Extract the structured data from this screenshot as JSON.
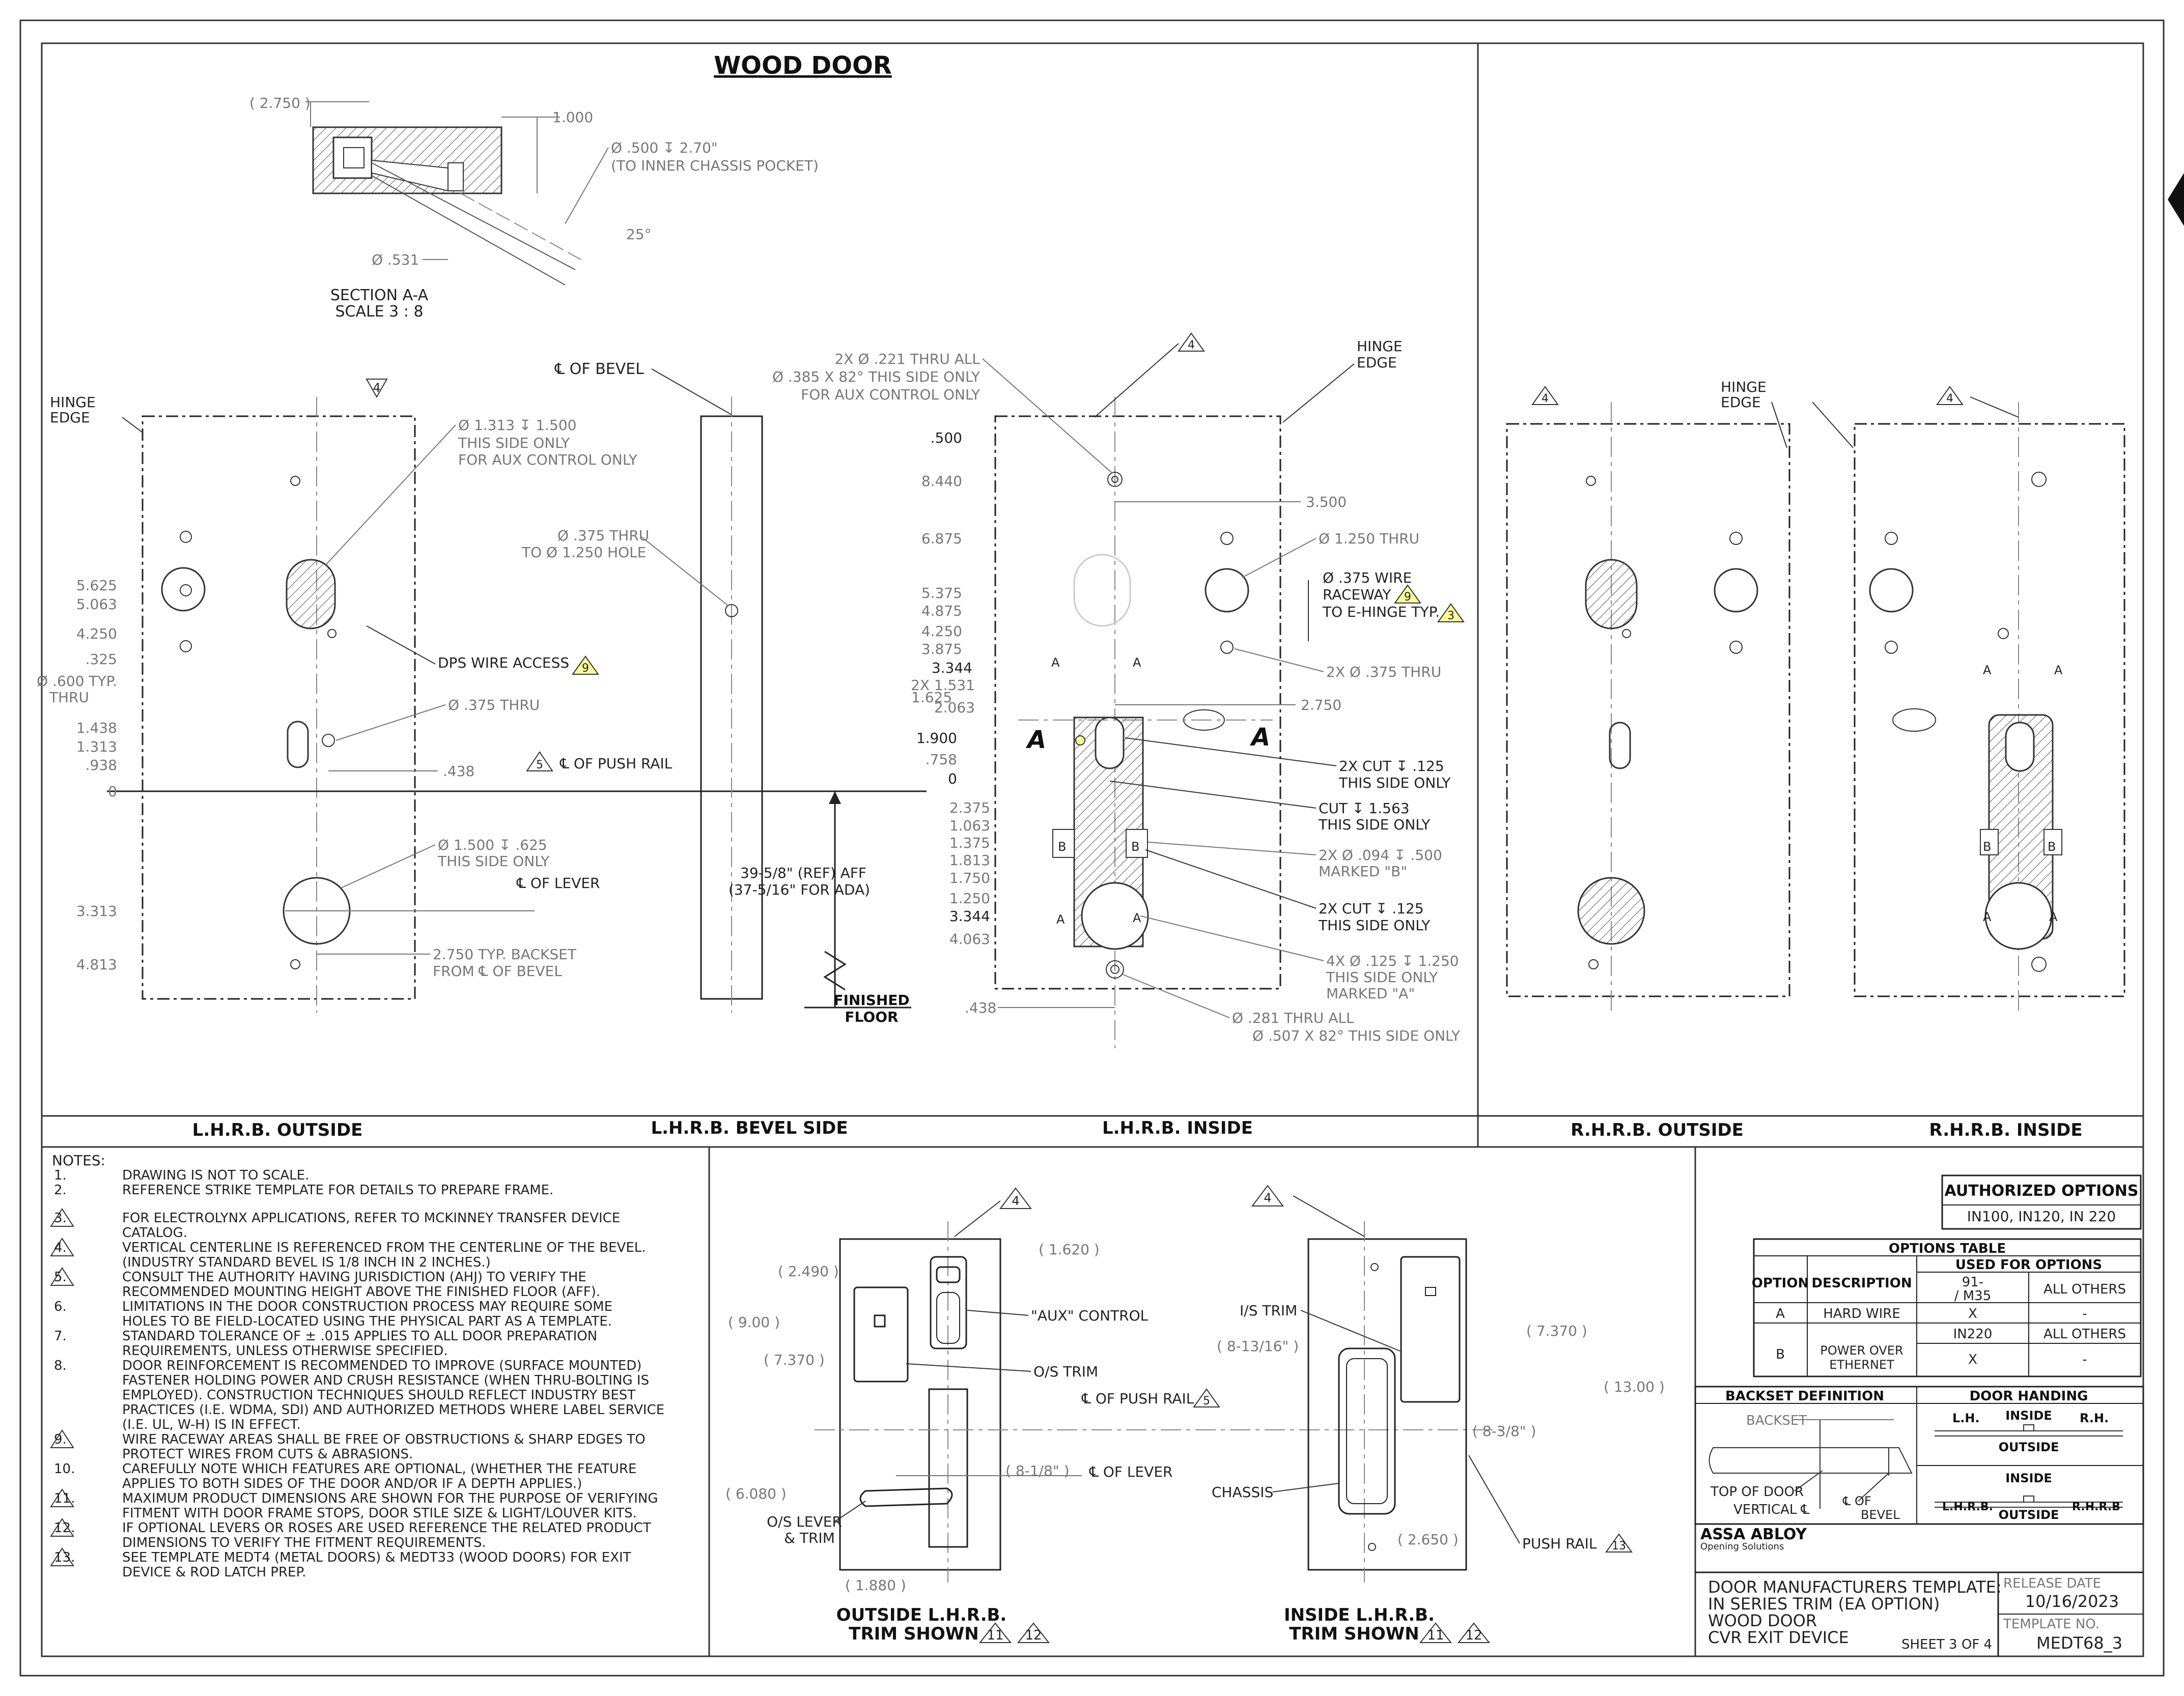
{
  "title": "WOOD DOOR",
  "views": {
    "lhrb_outside": "L.H.R.B. OUTSIDE",
    "lhrb_bevel": "L.H.R.B. BEVEL SIDE",
    "lhrb_inside": "L.H.R.B. INSIDE",
    "rhrb_outside": "R.H.R.B. OUTSIDE",
    "rhrb_inside": "R.H.R.B. INSIDE"
  },
  "section": {
    "title": "SECTION A-A",
    "scale": "SCALE 3 : 8",
    "dim_2750": "( 2.750 )",
    "dim_1000": "1.000",
    "dim_hole": "Ø .500 ↧ 2.70\"",
    "dim_hole_note": "(TO INNER CHASSIS POCKET)",
    "dim_531": "Ø .531",
    "angle": "25°"
  },
  "outside_view": {
    "hinge_edge_1": "HINGE",
    "hinge_edge_2": "EDGE",
    "rev": "4",
    "call_1313": "Ø 1.313 ↧ 1.500",
    "call_1313_b": "THIS SIDE ONLY",
    "call_1313_c": "FOR AUX CONTROL ONLY",
    "dps": "DPS WIRE ACCESS",
    "dps_rev": "9",
    "call_375": "Ø .375 THRU",
    "dim_438": ".438",
    "push_rail": "℄ OF PUSH RAIL",
    "push_rev": "5",
    "call_1500": "Ø 1.500 ↧ .625",
    "call_1500_b": "THIS SIDE ONLY",
    "lever": "℄ OF LEVER",
    "backset_1": "2.750 TYP. BACKSET",
    "backset_2": "FROM ℄ OF BEVEL",
    "dims": [
      "5.625",
      "5.063",
      "4.250",
      ".325",
      "Ø .600 TYP.",
      "THRU",
      "1.438",
      "1.313",
      ".938",
      "0",
      "3.313",
      "4.813"
    ]
  },
  "bevel_view": {
    "bevel_cl": "℄ OF BEVEL",
    "thru_1": "Ø .375 THRU",
    "thru_2": "TO Ø 1.250 HOLE",
    "aff_1": "39-5/8\" (REF) AFF",
    "aff_2": "(37-5/16\" FOR ADA)",
    "floor_1": "FINISHED",
    "floor_2": "FLOOR"
  },
  "inside_view": {
    "top_1": "2X Ø .221 THRU ALL",
    "top_2": "Ø .385 X 82° THIS SIDE ONLY",
    "top_3": "FOR AUX CONTROL ONLY",
    "rev": "4",
    "hinge_1": "HINGE",
    "hinge_2": "EDGE",
    "dim_3500": "3.500",
    "call_1250": "Ø 1.250 THRU",
    "raceway_1": "Ø .375 WIRE",
    "raceway_2": "RACEWAY",
    "raceway_3": "TO E-HINGE TYP.",
    "raceway_rev1": "9",
    "raceway_rev2": "3",
    "call_2x375": "2X  Ø .375 THRU",
    "dim_2750": "2.750",
    "cut_125_1": "2X CUT ↧ .125",
    "cut_125_2": "THIS SIDE ONLY",
    "cut_1563_1": "CUT ↧ 1.563",
    "cut_1563_2": "THIS SIDE ONLY",
    "call_094_1": "2X  Ø .094 ↧ .500",
    "call_094_2": "MARKED \"B\"",
    "cut_b_1": "2X CUT ↧ .125",
    "cut_b_2": "THIS SIDE ONLY",
    "call_4x_1": "4X  Ø .125 ↧ 1.250",
    "call_4x_2": "THIS SIDE ONLY",
    "call_4x_3": "MARKED \"A\"",
    "call_281_1": "Ø .281 THRU ALL",
    "call_281_2": "Ø .507 X 82° THIS SIDE ONLY",
    "dim_438": ".438",
    "dim_1625": "1.625",
    "dims_left": [
      ".500",
      "8.440",
      "6.875",
      "5.375",
      "4.875",
      "4.250",
      "3.875",
      "3.344",
      "2X  1.531",
      "2.063",
      "1.900",
      ".758",
      "0",
      "2.375",
      "1.063",
      "1.375",
      "1.813",
      "1.750",
      "1.250",
      "3.344",
      "4.063"
    ],
    "sec_a": "A",
    "mark_a": "A",
    "mark_b": "B"
  },
  "rh_views": {
    "rev": "4",
    "hinge_1": "HINGE",
    "hinge_2": "EDGE",
    "mark_a": "A",
    "mark_b": "B"
  },
  "notes": {
    "heading": "NOTES:",
    "items": [
      {
        "n": "1.",
        "tri": false,
        "lines": [
          "DRAWING IS NOT TO SCALE."
        ]
      },
      {
        "n": "2.",
        "tri": false,
        "lines": [
          "REFERENCE STRIKE TEMPLATE FOR DETAILS TO PREPARE FRAME."
        ]
      },
      {
        "n": "3.",
        "tri": true,
        "lines": [
          "FOR ELECTROLYNX APPLICATIONS, REFER TO MCKINNEY TRANSFER DEVICE",
          "CATALOG."
        ]
      },
      {
        "n": "4.",
        "tri": true,
        "lines": [
          "VERTICAL CENTERLINE IS REFERENCED FROM THE CENTERLINE OF THE BEVEL.",
          "(INDUSTRY STANDARD BEVEL IS 1/8 INCH IN 2 INCHES.)"
        ]
      },
      {
        "n": "5.",
        "tri": true,
        "lines": [
          "CONSULT THE AUTHORITY HAVING JURISDICTION (AHJ) TO VERIFY THE",
          "RECOMMENDED MOUNTING HEIGHT ABOVE THE FINISHED FLOOR (AFF)."
        ]
      },
      {
        "n": "6.",
        "tri": false,
        "lines": [
          "LIMITATIONS IN THE DOOR CONSTRUCTION PROCESS MAY REQUIRE SOME",
          "HOLES TO BE FIELD-LOCATED USING THE PHYSICAL PART AS A TEMPLATE."
        ]
      },
      {
        "n": "7.",
        "tri": false,
        "lines": [
          "STANDARD TOLERANCE OF ± .015 APPLIES TO ALL DOOR PREPARATION",
          "REQUIREMENTS, UNLESS OTHERWISE SPECIFIED."
        ]
      },
      {
        "n": "8.",
        "tri": false,
        "lines": [
          "DOOR REINFORCEMENT IS RECOMMENDED TO IMPROVE (SURFACE MOUNTED)",
          "FASTENER HOLDING POWER AND CRUSH RESISTANCE (WHEN THRU-BOLTING IS",
          "EMPLOYED). CONSTRUCTION TECHNIQUES SHOULD REFLECT INDUSTRY BEST",
          "PRACTICES (I.E. WDMA, SDI) AND AUTHORIZED METHODS WHERE LABEL SERVICE",
          "(I.E. UL, W-H) IS IN EFFECT."
        ]
      },
      {
        "n": "9.",
        "tri": true,
        "lines": [
          "WIRE RACEWAY AREAS SHALL BE FREE OF OBSTRUCTIONS & SHARP EDGES TO",
          "PROTECT WIRES FROM CUTS & ABRASIONS."
        ]
      },
      {
        "n": "10.",
        "tri": false,
        "lines": [
          "CAREFULLY NOTE WHICH FEATURES ARE OPTIONAL, (WHETHER THE FEATURE",
          "APPLIES TO BOTH SIDES OF THE DOOR AND/OR IF A DEPTH APPLIES.)"
        ]
      },
      {
        "n": "11.",
        "tri": true,
        "lines": [
          "MAXIMUM PRODUCT DIMENSIONS ARE SHOWN FOR THE PURPOSE OF VERIFYING",
          "FITMENT WITH DOOR FRAME STOPS, DOOR STILE SIZE & LIGHT/LOUVER KITS."
        ]
      },
      {
        "n": "12.",
        "tri": true,
        "lines": [
          "IF OPTIONAL LEVERS OR ROSES ARE USED REFERENCE THE RELATED PRODUCT",
          "DIMENSIONS TO VERIFY THE FITMENT REQUIREMENTS."
        ]
      },
      {
        "n": "13.",
        "tri": true,
        "lines": [
          "SEE TEMPLATE MEDT4 (METAL DOORS) & MEDT33 (WOOD DOORS) FOR EXIT",
          "DEVICE & ROD LATCH PREP."
        ]
      }
    ]
  },
  "trim_outside": {
    "rev": "4",
    "dim_1620": "( 1.620 )",
    "dim_2490": "( 2.490 )",
    "dim_900": "( 9.00 )",
    "dim_7370": "( 7.370 )",
    "dim_6080": "( 6.080 )",
    "dim_818": "( 8-1/8\" )",
    "dim_1880": "( 1.880 )",
    "aux": "\"AUX\" CONTROL",
    "os_trim": "O/S TRIM",
    "push_rail": "℄ OF PUSH RAIL",
    "push_rev": "5",
    "lever": "℄ OF LEVER",
    "os_lever_1": "O/S LEVER",
    "os_lever_2": "& TRIM",
    "cap_1": "OUTSIDE L.H.R.B.",
    "cap_2": "TRIM SHOWN",
    "cap_rev1": "11",
    "cap_rev2": "12"
  },
  "trim_inside": {
    "rev": "4",
    "is_trim": "I/S TRIM",
    "dim_81316": "( 8-13/16\" )",
    "dim_7370": "( 7.370 )",
    "dim_1300": "( 13.00 )",
    "dim_838": "( 8-3/8\" )",
    "dim_2650": "( 2.650 )",
    "chassis": "CHASSIS",
    "push_rail": "PUSH RAIL",
    "push_rev": "13",
    "cap_1": "INSIDE L.H.R.B.",
    "cap_2": "TRIM SHOWN",
    "cap_rev1": "11",
    "cap_rev2": "12"
  },
  "auth": {
    "heading": "AUTHORIZED OPTIONS",
    "value": "IN100, IN120, IN 220"
  },
  "options_table": {
    "title": "OPTIONS TABLE",
    "used_for": "USED FOR OPTIONS",
    "col_option": "OPTION",
    "col_desc": "DESCRIPTION",
    "col_91_1": "91-",
    "col_91_2": "/ M35",
    "col_all": "ALL OTHERS",
    "row_a": [
      "A",
      "HARD WIRE",
      "X",
      "-"
    ],
    "mid": [
      "IN220",
      "ALL OTHERS"
    ],
    "row_b": [
      "B",
      "POWER OVER",
      "ETHERNET",
      "X",
      "-"
    ]
  },
  "backset_def": {
    "title": "BACKSET DEFINITION",
    "backset": "BACKSET",
    "top": "TOP OF DOOR",
    "vert": "VERTICAL ℄",
    "bevel_1": "℄ OF",
    "bevel_2": "BEVEL"
  },
  "handing": {
    "title": "DOOR HANDING",
    "lh": "L.H.",
    "rh": "R.H.",
    "inside": "INSIDE",
    "outside": "OUTSIDE",
    "lhrb": "L.H.R.B.",
    "rhrb": "R.H.R.B"
  },
  "title_block": {
    "brand": "ASSA ABLOY",
    "brand_sub": "Opening Solutions",
    "t1": "DOOR MANUFACTURERS TEMPLATE:",
    "t2": "IN SERIES TRIM (EA OPTION)",
    "t3": "WOOD DOOR",
    "t4": "CVR EXIT DEVICE",
    "sheet": "SHEET 3 OF 4",
    "release_label": "RELEASE  DATE",
    "release": "10/16/2023",
    "tmpl_label": "TEMPLATE  NO.",
    "tmpl": "MEDT68_3"
  }
}
